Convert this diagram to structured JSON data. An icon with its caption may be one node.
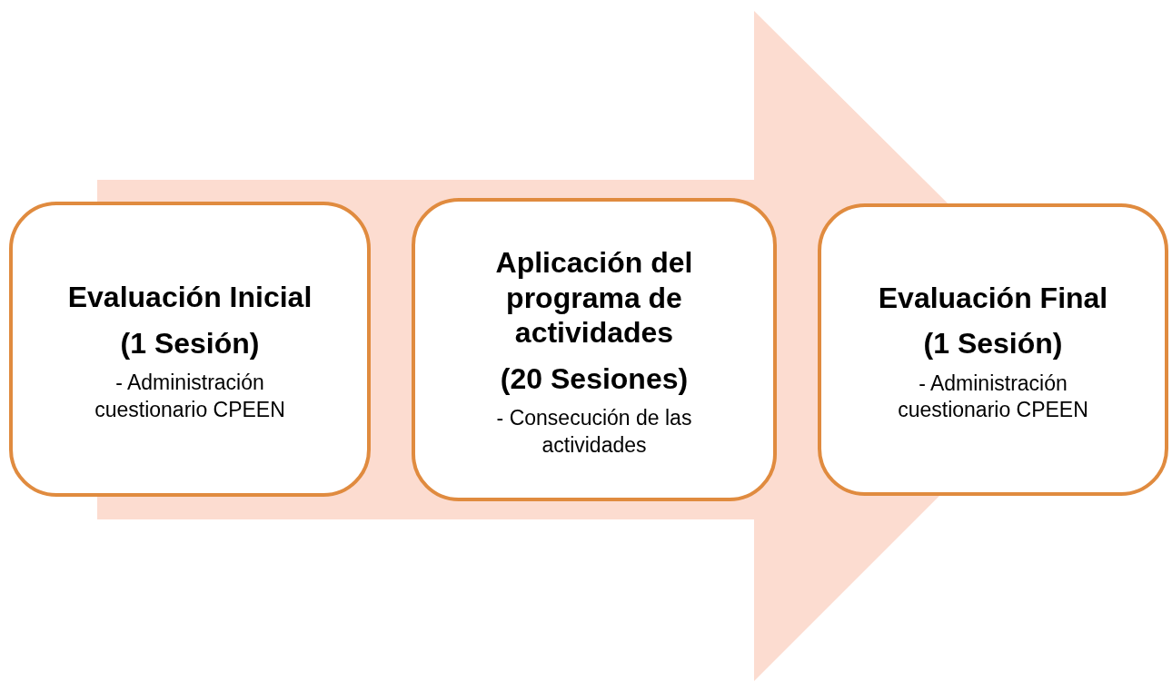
{
  "diagram": {
    "nodes": [
      {
        "text": [
          "Evaluación Inicial",
          "(1 Sesión)",
          "- Administración cuestionario CPEEN"
        ]
      },
      {
        "text": [
          "Aplicación del programa de actividades",
          "(20 Sesiones)",
          "- Consecución de las actividades"
        ]
      },
      {
        "text": [
          "Evaluación Final",
          "(1 Sesión)",
          "- Administración cuestionario CPEEN"
        ]
      }
    ],
    "edges": [
      {
        "from": 0,
        "to": 2,
        "arrow": "to",
        "style": "thick"
      }
    ]
  }
}
